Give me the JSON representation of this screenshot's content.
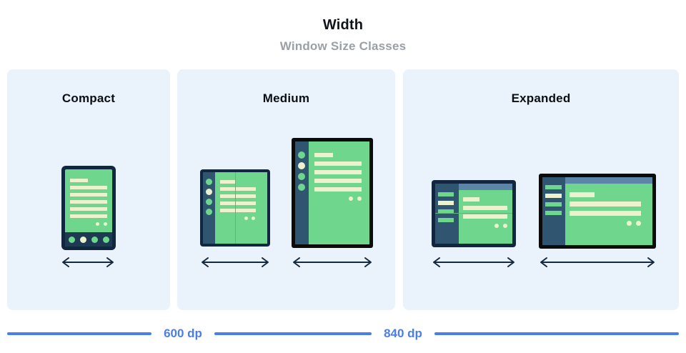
{
  "header": {
    "title": "Width",
    "subtitle": "Window Size Classes"
  },
  "panels": [
    {
      "key": "compact",
      "label": "Compact"
    },
    {
      "key": "medium",
      "label": "Medium"
    },
    {
      "key": "expanded",
      "label": "Expanded"
    }
  ],
  "ruler": {
    "breakpoints": [
      {
        "label": "600 dp"
      },
      {
        "label": "840 dp"
      }
    ]
  },
  "colors": {
    "panel_background": "#EAF2FC",
    "page_background": "#FFFFFF",
    "screen_green": "#6FD68E",
    "content_cream": "#EDF1CE",
    "nav_rail_slate": "#2F5570",
    "top_bar_blue": "#5C86A7",
    "device_frame_navy": "#11273F",
    "device_frame_black": "#0B0B0B",
    "breakpoint_blue": "#4C7EE8",
    "title_text": "#101419",
    "subtitle_text": "#9AA0A6"
  },
  "devices": {
    "phone": {
      "name": "phone-compact",
      "width_class": "Compact"
    },
    "foldable_portrait": {
      "name": "foldable-portrait",
      "width_class": "Medium"
    },
    "tablet_portrait": {
      "name": "tablet-portrait",
      "width_class": "Medium"
    },
    "foldable_landscape": {
      "name": "foldable-landscape",
      "width_class": "Expanded"
    },
    "tablet_landscape": {
      "name": "tablet-landscape",
      "width_class": "Expanded"
    }
  }
}
